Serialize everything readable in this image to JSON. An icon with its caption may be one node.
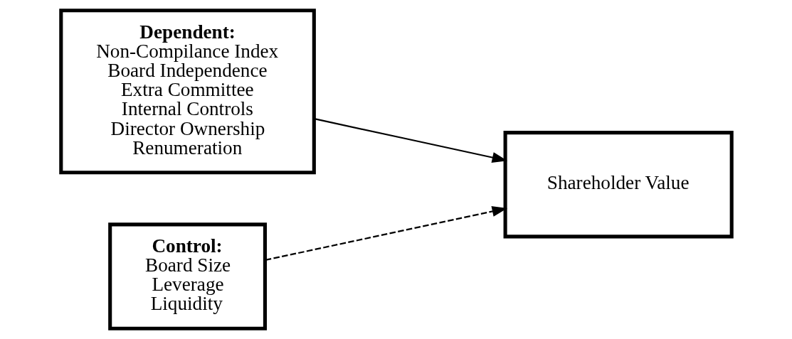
{
  "diagram": {
    "nodes": [
      {
        "text": [
          "Dependent:",
          "Non-Compilance Index",
          "Board Independence",
          "Extra Committee",
          "Internal Controls",
          "Director Ownership",
          "Renumeration"
        ]
      },
      {
        "text": [
          "Control:",
          "Board Size",
          "Leverage",
          "Liquidity"
        ]
      },
      {
        "text": [
          "Shareholder Value"
        ]
      }
    ],
    "edges": [
      {
        "from": 0,
        "to": 2,
        "arrow": "to"
      },
      {
        "from": 1,
        "to": 2,
        "arrow": "to",
        "style": "dashed"
      }
    ]
  }
}
